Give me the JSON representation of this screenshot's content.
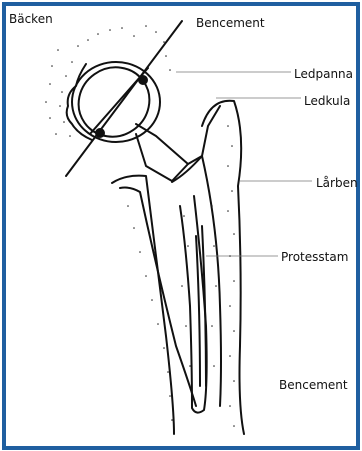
{
  "colors": {
    "frame": "#1f5fa0",
    "ink": "#111111"
  },
  "labels": {
    "backen": "Bäcken",
    "bencement_top": "Bencement",
    "ledpanna": "Ledpanna",
    "ledkula": "Ledkula",
    "larben": "Lårben",
    "protesstam": "Protesstam",
    "bencement_bottom": "Bencement"
  }
}
